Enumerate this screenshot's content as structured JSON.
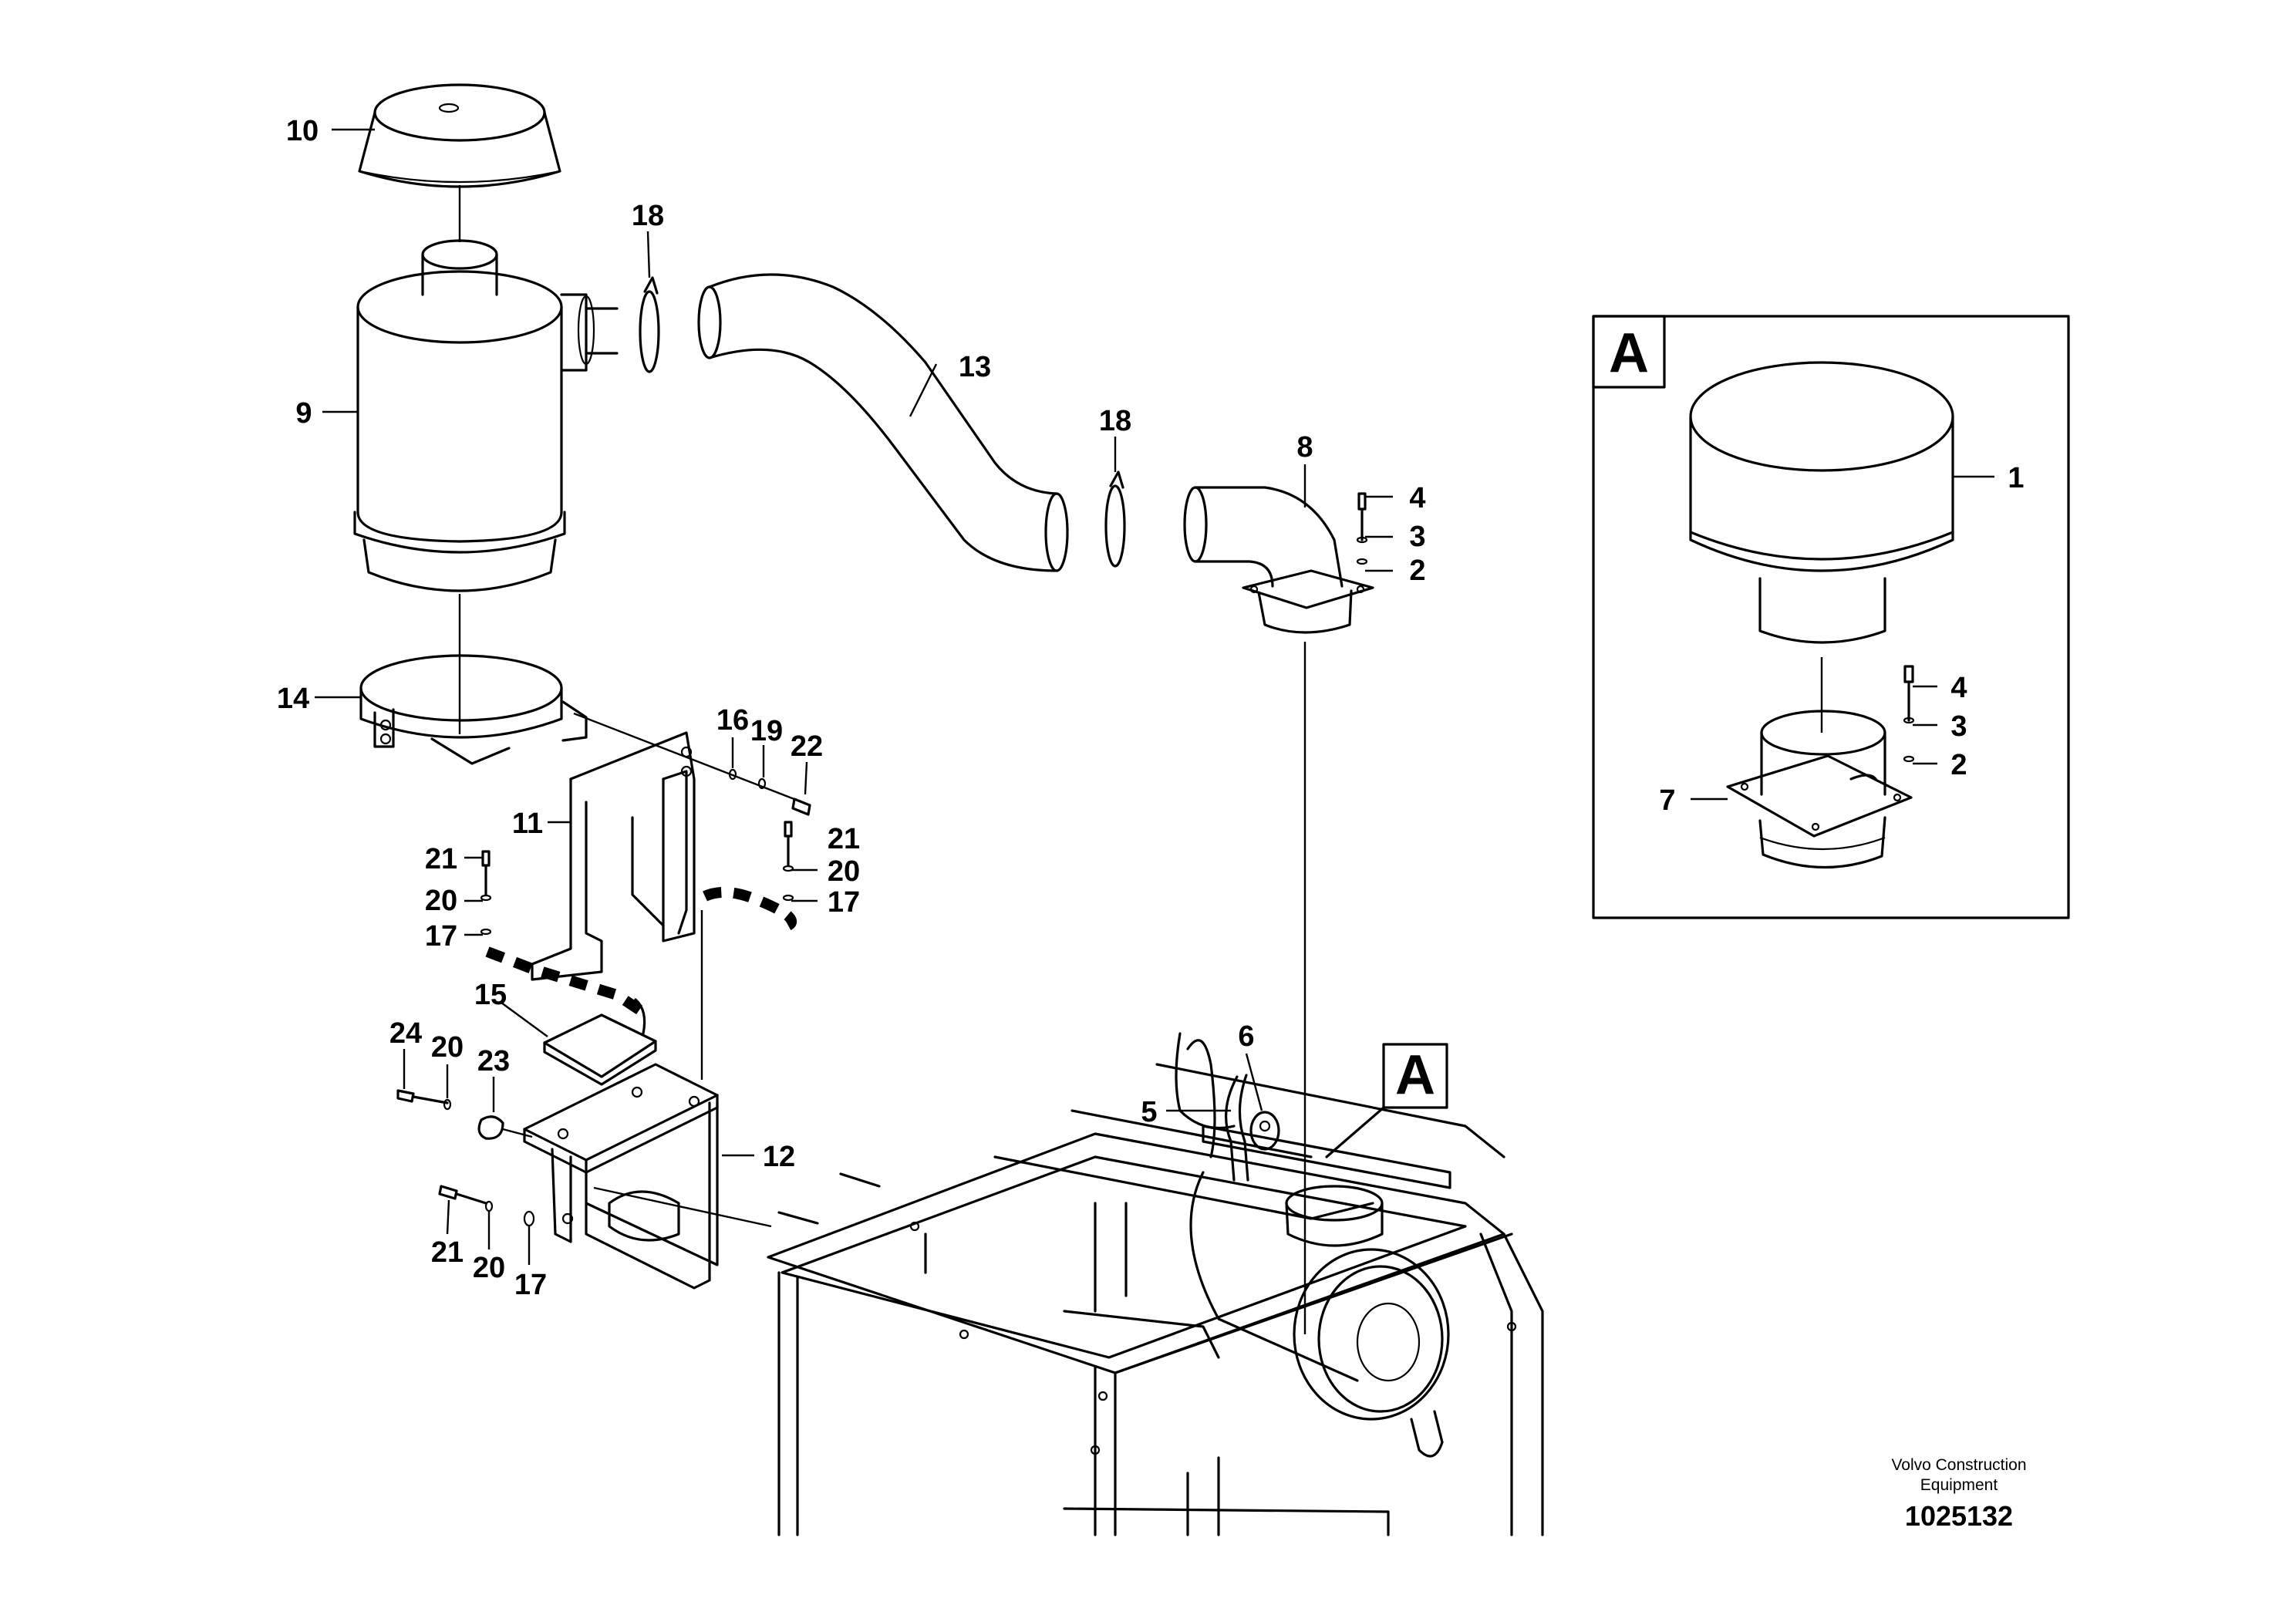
{
  "callouts": {
    "n1": "1",
    "n2": "2",
    "n3": "3",
    "n4": "4",
    "n5": "5",
    "n6": "6",
    "n7": "7",
    "n8": "8",
    "n9": "9",
    "n10": "10",
    "n11": "11",
    "n12": "12",
    "n13": "13",
    "n14": "14",
    "n15": "15",
    "n16": "16",
    "n17": "17",
    "n18": "18",
    "n19": "19",
    "n20": "20",
    "n21": "21",
    "n22": "22",
    "n23": "23",
    "n24": "24"
  },
  "detail": {
    "label": "A"
  },
  "footer": {
    "manufacturer_line1": "Volvo Construction",
    "manufacturer_line2": "Equipment",
    "illustration_number": "1025132"
  }
}
